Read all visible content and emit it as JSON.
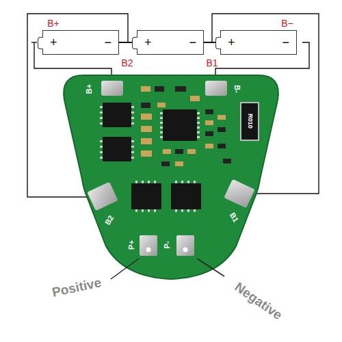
{
  "diagram": {
    "nodes": [
      {
        "text": [
          "+",
          "−"
        ]
      },
      {
        "text": [
          "+",
          "−"
        ]
      },
      {
        "text": [
          "+",
          "−"
        ]
      }
    ],
    "edges": [
      {
        "from": 0,
        "to": 1,
        "arrow": "none"
      },
      {
        "from": 1,
        "to": 2,
        "arrow": "none"
      }
    ],
    "labels": [
      "B+",
      "B2",
      "B1",
      "B−",
      "B+",
      "B-",
      "B2",
      "B1",
      "P+",
      "P-",
      "R010",
      "Positive",
      "Negative"
    ]
  }
}
